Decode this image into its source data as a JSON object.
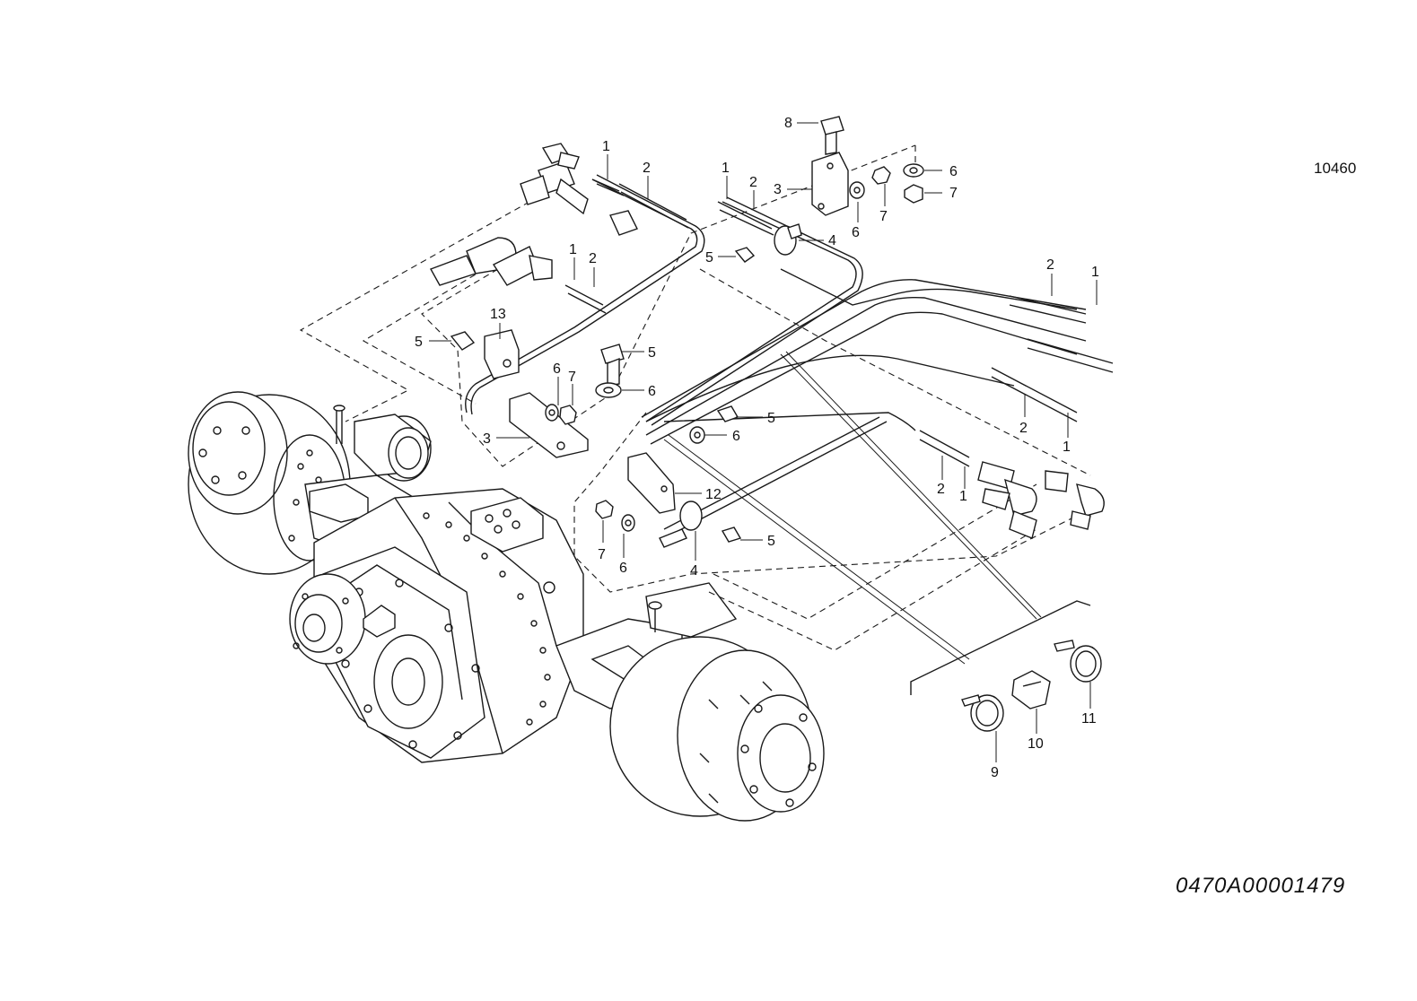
{
  "reference_number": "10460",
  "drawing_code": "0470A00001479",
  "callouts": {
    "c1a": "1",
    "c2a": "2",
    "c1b": "1",
    "c2b": "2",
    "c1c": "1",
    "c2c": "2",
    "c8": "8",
    "c3a": "3",
    "c6a": "6",
    "c7a": "7",
    "c6b": "6",
    "c7b": "7",
    "c4a": "4",
    "c5a": "5",
    "c2d": "2",
    "c1d": "1",
    "c2e": "2",
    "c1e": "1",
    "c2f": "2",
    "c1f": "1",
    "c13": "13",
    "c5b": "5",
    "c5c": "5",
    "c6c": "6",
    "c7c": "7",
    "c6d": "6",
    "c3b": "3",
    "c5d": "5",
    "c6e": "6",
    "c12": "12",
    "c7d": "7",
    "c6f": "6",
    "c4b": "4",
    "c5e": "5",
    "c9": "9",
    "c10": "10",
    "c11": "11"
  }
}
